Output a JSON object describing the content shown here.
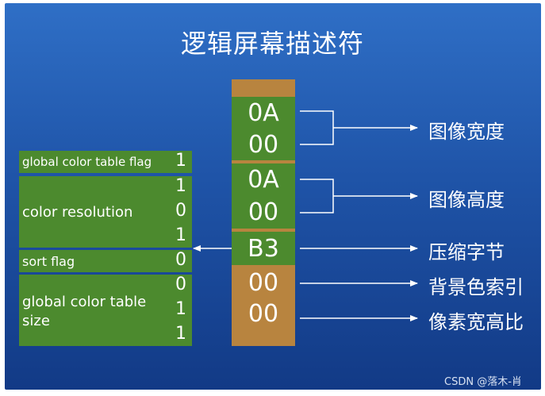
{
  "title": "逻辑屏幕描述符",
  "bytes": [
    {
      "digits": "0A",
      "color": "green"
    },
    {
      "digits": "00",
      "color": "green"
    },
    {
      "digits": "0A",
      "color": "green"
    },
    {
      "digits": "00",
      "color": "green"
    },
    {
      "digits": "B3",
      "color": "green"
    },
    {
      "digits": "00",
      "color": "brown"
    },
    {
      "digits": "00",
      "color": "brown"
    }
  ],
  "labels": {
    "width": "图像宽度",
    "height": "图像高度",
    "packed": "压缩字节",
    "bg_index": "背景色索引",
    "aspect": "像素宽高比"
  },
  "flags": {
    "gct_flag": {
      "label": "global color table flag",
      "bits": [
        "1"
      ]
    },
    "color_res": {
      "label": "color resolution",
      "bits": [
        "1",
        "0",
        "1"
      ]
    },
    "sort": {
      "label": "sort flag",
      "bits": [
        "0"
      ]
    },
    "gct_size": {
      "label_line1": "global color table",
      "label_line2": "size",
      "bits": [
        "0",
        "1",
        "1"
      ]
    }
  },
  "watermark": "CSDN @落木-肖",
  "colors": {
    "green": "#4c8a2e",
    "brown": "#b8843f",
    "background": "#1f54a8"
  }
}
